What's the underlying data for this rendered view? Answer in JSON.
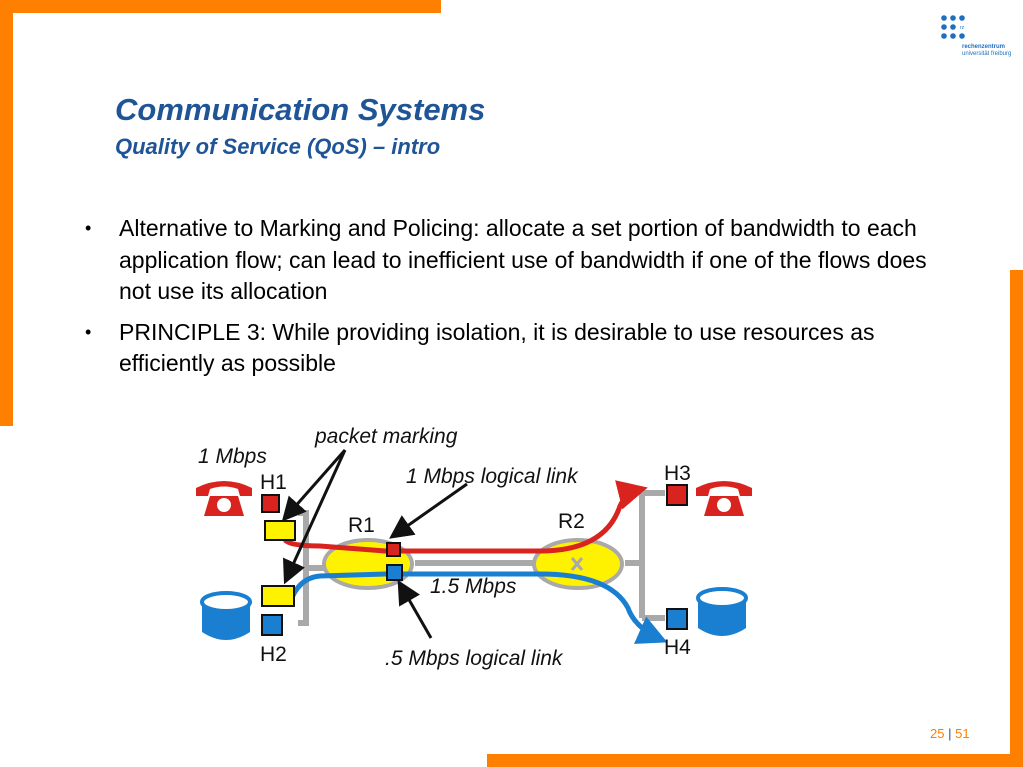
{
  "slide": {
    "title": "Communication Systems",
    "subtitle": "Quality of Service (QoS) – intro",
    "bullets": [
      {
        "text": "Alternative to Marking and Policing: allocate a set portion of bandwidth to each application flow; can lead to inefficient use of bandwidth if one of the flows does not use its allocation"
      },
      {
        "text": "PRINCIPLE 3: While providing isolation, it is desirable to use resources as efficiently as possible"
      }
    ],
    "bullet_icon": "•"
  },
  "logo": {
    "line1": "rechenzentrum",
    "line2": "universität freiburg",
    "rz": "rz"
  },
  "diagram": {
    "label_packet_marking": "packet marking",
    "label_rate_1": "1 Mbps",
    "label_logical_link_1": "1 Mbps logical link",
    "label_rate_15": "1.5 Mbps",
    "label_logical_link_05": ".5 Mbps logical link",
    "nodes": {
      "h1": "H1",
      "h2": "H2",
      "h3": "H3",
      "h4": "H4",
      "r1": "R1",
      "r2": "R2"
    },
    "icons": {
      "phone": "phone-icon",
      "storage": "database-icon"
    }
  },
  "footer": {
    "page": "25",
    "separator": "|",
    "total": "51"
  },
  "colors": {
    "accent": "#ff8000",
    "title": "#1f5496",
    "red_flow": "#d8231f",
    "blue_flow": "#1a7fd0",
    "router_fill": "#fff200"
  }
}
